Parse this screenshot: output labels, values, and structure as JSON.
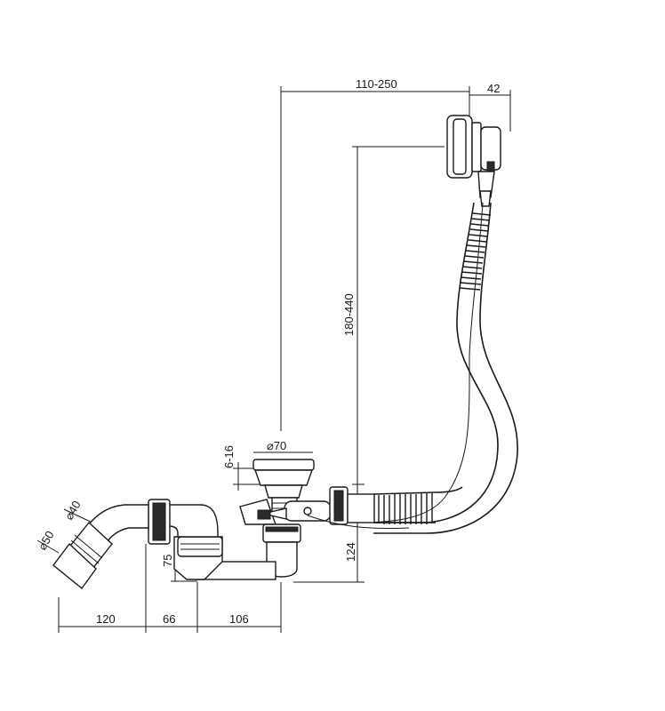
{
  "dimensions": {
    "top_reach": "110-250",
    "overflow_depth": "42",
    "vertical_range": "180-440",
    "plug_diameter": "⌀70",
    "flange_thickness": "6-16",
    "height_75": "75",
    "height_124": "124",
    "outlet_diameter_40": "⌀40",
    "outlet_diameter_50": "⌀50",
    "len_120": "120",
    "len_66": "66",
    "len_106": "106"
  },
  "colors": {
    "line": "#1a1a1a",
    "background": "#ffffff"
  }
}
